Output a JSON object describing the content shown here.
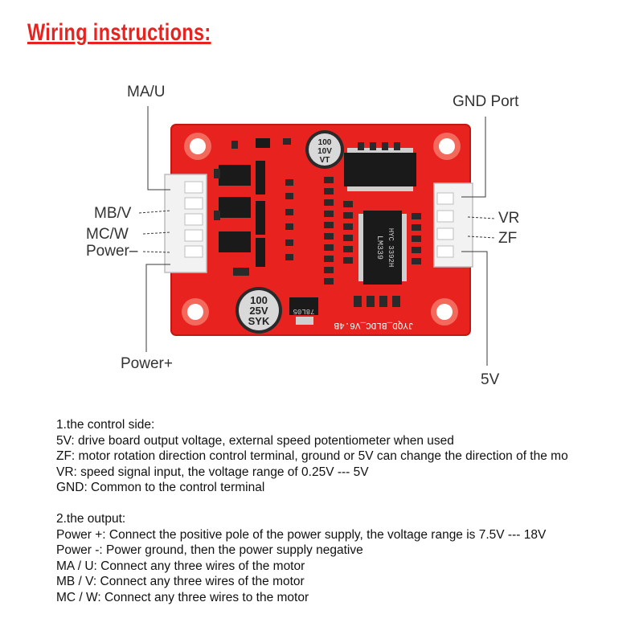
{
  "title": "Wiring instructions:",
  "labels": {
    "ma_u": "MA/U",
    "mb_v": "MB/V",
    "mc_w": "MC/W",
    "power_minus": "Power–",
    "power_plus": "Power+",
    "gnd_port": "GND Port",
    "vr": "VR",
    "zf": "ZF",
    "five_v": "5V"
  },
  "board": {
    "color": "#e8231f",
    "cap_top": [
      "100",
      "10V",
      "VT"
    ],
    "cap_bottom": [
      "100",
      "25V",
      "SYK"
    ],
    "chip_lm": [
      "LM339",
      "HYC 3392H"
    ],
    "board_name": "JYQD_BLDC_V6.4B",
    "regulator": "78L05"
  },
  "control_side": {
    "heading": "1.the control side:",
    "lines": [
      "5V: drive board output voltage, external speed potentiometer when used",
      "ZF: motor rotation direction control terminal, ground or 5V can change the direction of the mo",
      "VR: speed signal input, the voltage range of 0.25V --- 5V",
      "GND: Common to the control terminal"
    ]
  },
  "output": {
    "heading": "2.the output:",
    "lines": [
      "Power +: Connect the positive pole of the power supply, the voltage range is 7.5V --- 18V",
      "Power -: Power ground, then the power supply negative",
      "MA / U: Connect any three wires of the motor",
      "MB / V: Connect any three wires of the motor",
      "MC / W: Connect any three wires to the motor"
    ]
  }
}
